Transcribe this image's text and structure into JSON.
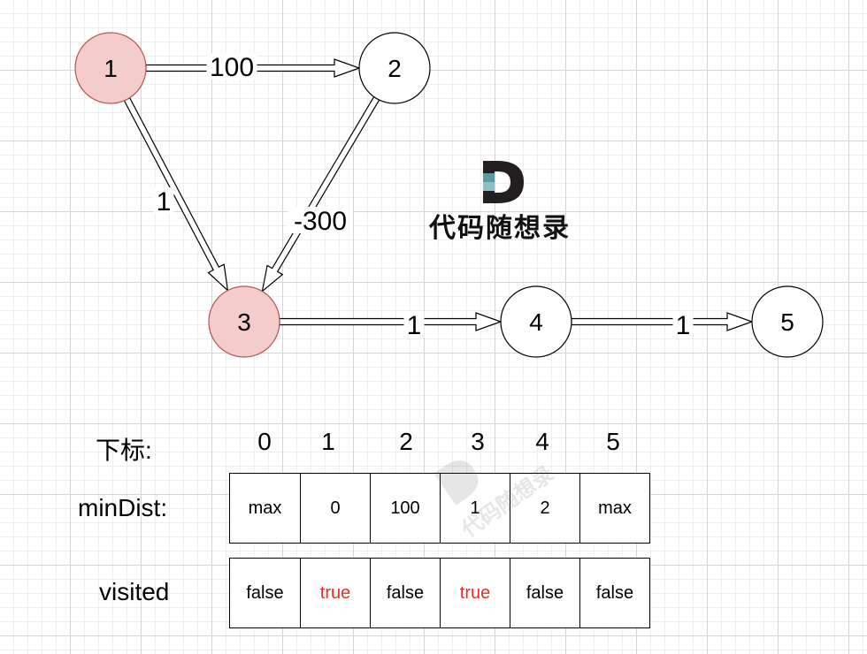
{
  "graph": {
    "nodes": [
      {
        "id": "1",
        "label": "1",
        "highlight": true
      },
      {
        "id": "2",
        "label": "2",
        "highlight": false
      },
      {
        "id": "3",
        "label": "3",
        "highlight": true
      },
      {
        "id": "4",
        "label": "4",
        "highlight": false
      },
      {
        "id": "5",
        "label": "5",
        "highlight": false
      }
    ],
    "edges": [
      {
        "from": "1",
        "to": "2",
        "weight": "100"
      },
      {
        "from": "1",
        "to": "3",
        "weight": "1"
      },
      {
        "from": "2",
        "to": "3",
        "weight": "-300"
      },
      {
        "from": "3",
        "to": "4",
        "weight": "1"
      },
      {
        "from": "4",
        "to": "5",
        "weight": "1"
      }
    ]
  },
  "watermark": {
    "text": "代码随想录",
    "letter": "D"
  },
  "table": {
    "index_label": "下标:",
    "indices": [
      "0",
      "1",
      "2",
      "3",
      "4",
      "5"
    ],
    "min_dist_label": "minDist:",
    "min_dist": [
      "max",
      "0",
      "100",
      "1",
      "2",
      "max"
    ],
    "visited_label": "visited",
    "visited": [
      {
        "value": "false",
        "highlight": false
      },
      {
        "value": "true",
        "highlight": true
      },
      {
        "value": "false",
        "highlight": false
      },
      {
        "value": "true",
        "highlight": true
      },
      {
        "value": "false",
        "highlight": false
      },
      {
        "value": "false",
        "highlight": false
      }
    ]
  },
  "colors": {
    "highlight_fill": "#f4cccc",
    "highlight_stroke": "#b85450",
    "red_text": "#e0332a",
    "logo_dark": "#231f20",
    "logo_teal": "#5b9aa0"
  }
}
